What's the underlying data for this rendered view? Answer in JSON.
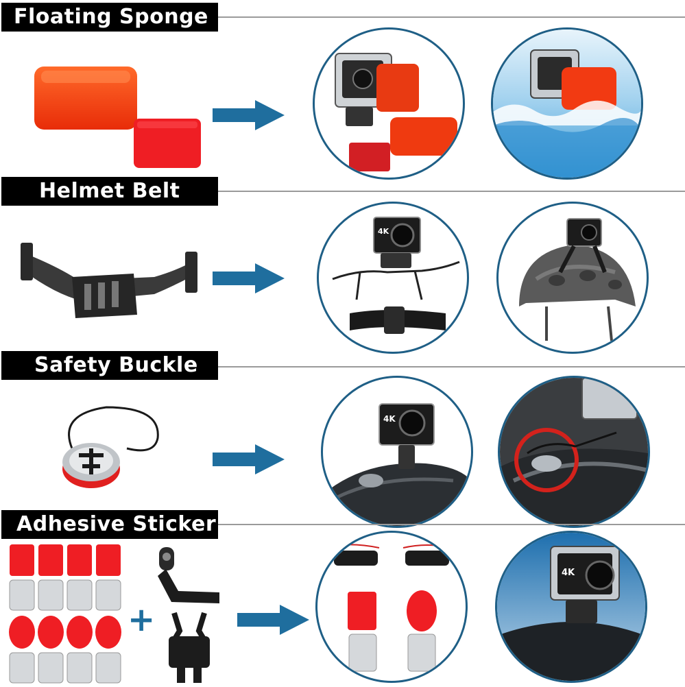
{
  "sections": [
    {
      "title": "Floating Sponge"
    },
    {
      "title": "Helmet Belt"
    },
    {
      "title": "Safety Buckle"
    },
    {
      "title": "Adhesive Sticker"
    }
  ],
  "sticker_kit": {
    "plus_symbol": "+"
  },
  "camera_badge": {
    "resolution": "4K"
  },
  "colors": {
    "header_bg": "#000000",
    "arrow": "#1f6e9e",
    "circle_border": "#1f5f86",
    "sponge": "#ff3a10",
    "sticker_red": "#ef1e24"
  }
}
